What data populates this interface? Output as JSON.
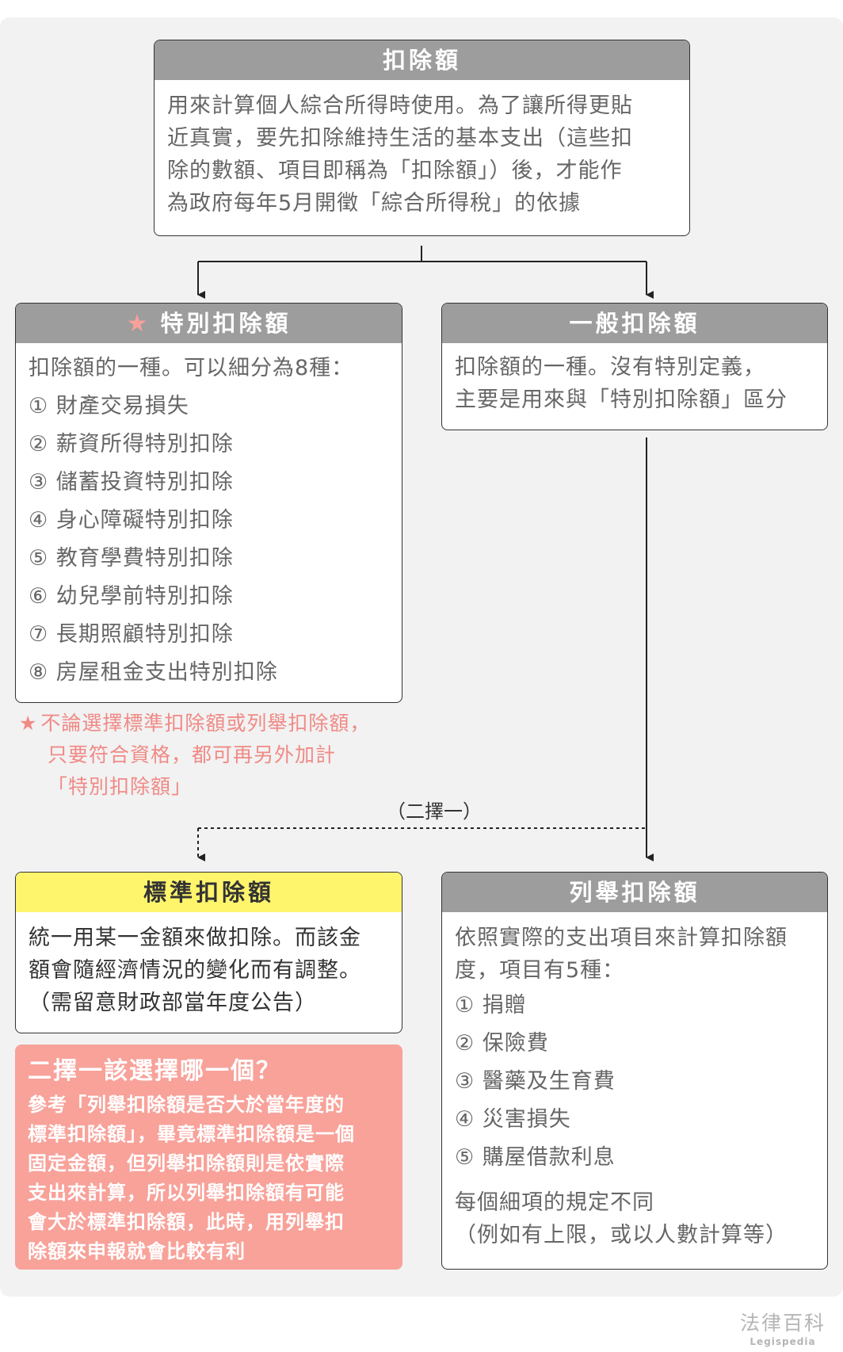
{
  "deduction": {
    "title": "扣除額",
    "desc": [
      "用來計算個人綜合所得時使用。為了讓所得更貼",
      "近真實，要先扣除維持生活的基本支出（這些扣",
      "除的數額、項目即稱為「扣除額」）後，才能作",
      "為政府每年5月開徵「綜合所得稅」的依據"
    ]
  },
  "special": {
    "title": "特別扣除額",
    "intro": "扣除額的一種。可以細分為8種：",
    "items": [
      "① 財產交易損失",
      "② 薪資所得特別扣除",
      "③ 儲蓄投資特別扣除",
      "④ 身心障礙特別扣除",
      "⑤ 教育學費特別扣除",
      "⑥ 幼兒學前特別扣除",
      "⑦ 長期照顧特別扣除",
      "⑧ 房屋租金支出特別扣除"
    ],
    "note": [
      "不論選擇標準扣除額或列舉扣除額，",
      "只要符合資格，都可再另外加計",
      "「特別扣除額」"
    ]
  },
  "general": {
    "title": "一般扣除額",
    "desc": [
      "扣除額的一種。沒有特別定義，",
      "主要是用來與「特別扣除額」區分"
    ]
  },
  "choice_label": "（二擇一）",
  "standard": {
    "title": "標準扣除額",
    "desc": [
      "統一用某一金額來做扣除。而該金",
      "額會隨經濟情況的變化而有調整。",
      "（需留意財政部當年度公告）"
    ]
  },
  "itemized": {
    "title": "列舉扣除額",
    "desc": [
      "依照實際的支出項目來計算扣除額",
      "度，項目有5種："
    ],
    "items": [
      "① 捐贈",
      "② 保險費",
      "③ 醫藥及生育費",
      "④ 災害損失",
      "⑤ 購屋借款利息"
    ],
    "footer": [
      "每個細項的規定不同",
      "（例如有上限，或以人數計算等）"
    ]
  },
  "advice": {
    "title": "二擇一該選擇哪一個？",
    "body": [
      "參考「列舉扣除額是否大於當年度的",
      "標準扣除額」，畢竟標準扣除額是一個",
      "固定金額，但列舉扣除額則是依實際",
      "支出來計算，所以列舉扣除額有可能",
      "會大於標準扣除額，此時，用列舉扣",
      "除額來申報就會比較有利"
    ]
  },
  "brand": {
    "name": "法律百科",
    "sub": "Legispedia"
  },
  "colors": {
    "header_gray": "#9d9d9d",
    "header_yellow": "#fff56d",
    "accent_pink": "#f8a29a",
    "note_pink": "#f08a86",
    "panel": "#f2f2f2"
  },
  "icons": {
    "star": "star-icon"
  }
}
